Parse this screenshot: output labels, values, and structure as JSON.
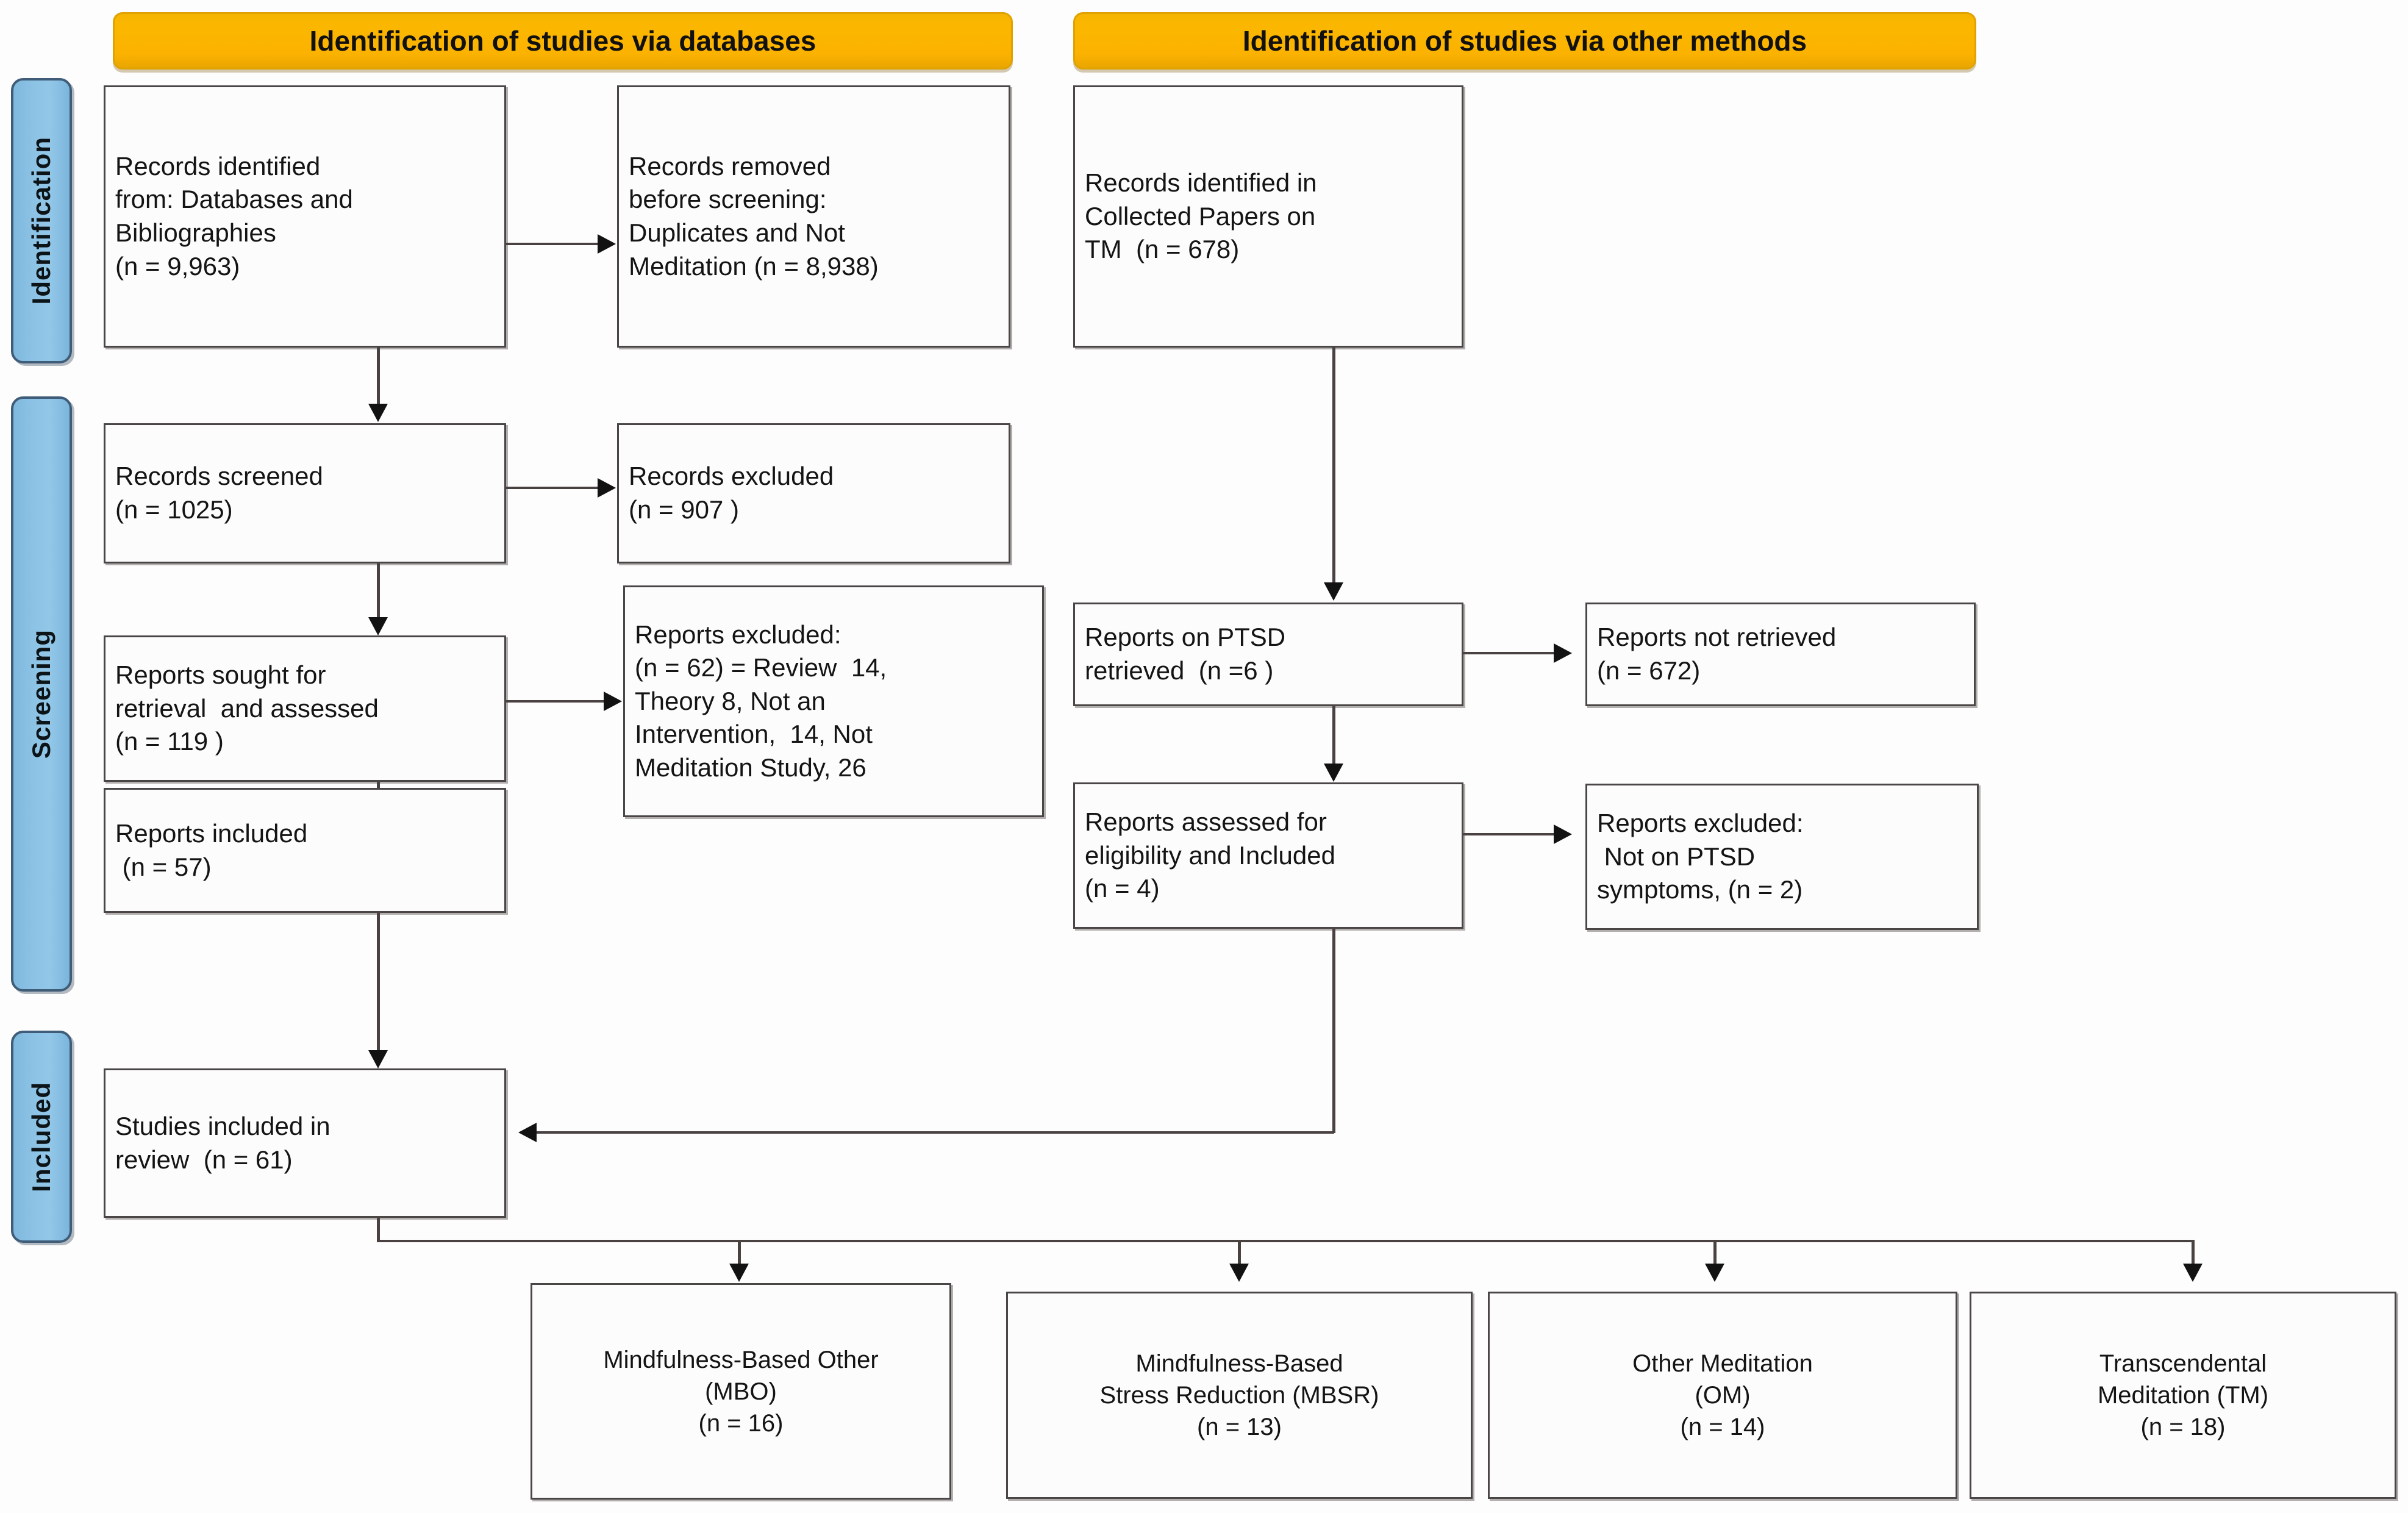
{
  "diagram": {
    "title": "PRISMA flow diagram",
    "colors": {
      "header_orange": "#fbb200",
      "phase_blue": "#8cc2e4",
      "box_border": "#4a4646",
      "connector": "#4a4141",
      "text": "#141414"
    },
    "headers": [
      {
        "id": "databases",
        "label": "Identification of studies via databases"
      },
      {
        "id": "other-methods",
        "label": "Identification of studies via other methods"
      }
    ],
    "phases": [
      {
        "id": "identification",
        "label": "Identification"
      },
      {
        "id": "screening",
        "label": "Screening"
      },
      {
        "id": "included",
        "label": "Included"
      }
    ],
    "boxes": {
      "records_identified_db": {
        "lines": [
          "Records identified",
          "from: Databases and",
          "Bibliographies",
          "(n = 9,963)"
        ]
      },
      "records_removed": {
        "lines": [
          "Records removed",
          "before screening:",
          "Duplicates and Not",
          "Meditation (n = 8,938)"
        ]
      },
      "records_identified_other": {
        "lines": [
          "Records identified in",
          "Collected Papers on",
          "TM  (n = 678)"
        ]
      },
      "records_screened": {
        "lines": [
          "Records screened",
          "(n = 1025)"
        ]
      },
      "records_excluded": {
        "lines": [
          "Records excluded",
          "(n = 907 )"
        ]
      },
      "reports_sought": {
        "lines": [
          "Reports sought for",
          "retrieval  and assessed",
          "(n = 119 )"
        ]
      },
      "reports_excluded_db": {
        "lines": [
          "Reports excluded:",
          "(n = 62) = Review  14,",
          "Theory 8, Not an",
          "Intervention,  14, Not",
          "Meditation Study, 26"
        ]
      },
      "reports_included": {
        "lines": [
          "Reports included",
          " (n = 57)"
        ]
      },
      "reports_ptsd_retrieved": {
        "lines": [
          "Reports on PTSD",
          "retrieved  (n =6 )"
        ]
      },
      "reports_not_retrieved": {
        "lines": [
          "Reports not retrieved",
          "(n = 672)"
        ]
      },
      "reports_assessed": {
        "lines": [
          "Reports assessed for",
          "eligibility and Included",
          "(n = 4)"
        ]
      },
      "reports_excluded_other": {
        "lines": [
          "Reports excluded:",
          " Not on PTSD",
          "symptoms, (n = 2)"
        ]
      },
      "studies_included": {
        "lines": [
          "Studies included in",
          "review  (n = 61)"
        ]
      }
    },
    "outcomes": [
      {
        "id": "mbo",
        "lines": [
          "Mindfulness-Based Other",
          "(MBO)",
          "(n = 16)"
        ]
      },
      {
        "id": "mbsr",
        "lines": [
          "Mindfulness-Based",
          "Stress Reduction (MBSR)",
          "(n = 13)"
        ]
      },
      {
        "id": "om",
        "lines": [
          "Other Meditation",
          "(OM)",
          "(n = 14)"
        ]
      },
      {
        "id": "tm",
        "lines": [
          "Transcendental",
          "Meditation (TM)",
          "(n = 18)"
        ]
      }
    ]
  }
}
